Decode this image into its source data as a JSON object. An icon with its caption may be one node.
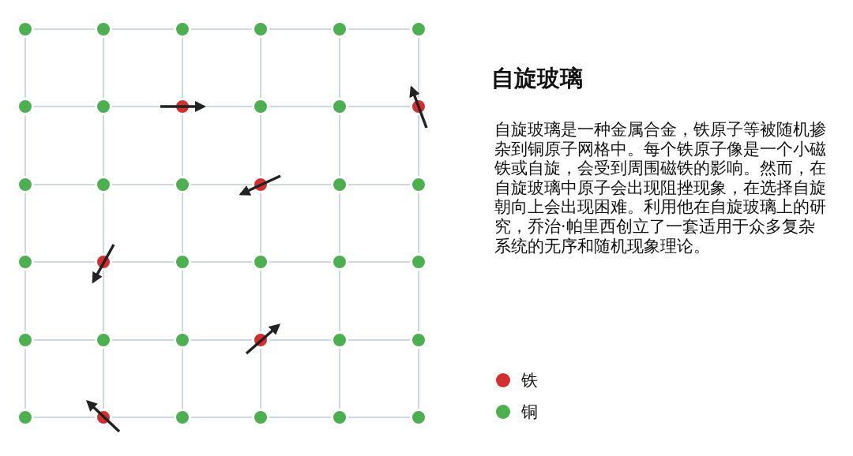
{
  "diagram": {
    "title": "自旋玻璃",
    "labels": [
      "自旋玻璃是一种金属合金，铁原子等被随机掺杂到铜原子网格中。每个铁原子像是一个小磁铁或自旋，会受到周围磁铁的影响。然而，在自旋玻璃中原子会出现阻挫现象，在选择自旋朝向上会出现困难。利用他在自旋玻璃上的研究，乔治·帕里西创立了一套适用于众多复杂系统的无序和随机现象理论。"
    ],
    "legend": [
      {
        "text": "铁",
        "color": "#d32f2f"
      },
      {
        "text": "铜",
        "color": "#4caf50"
      }
    ]
  }
}
